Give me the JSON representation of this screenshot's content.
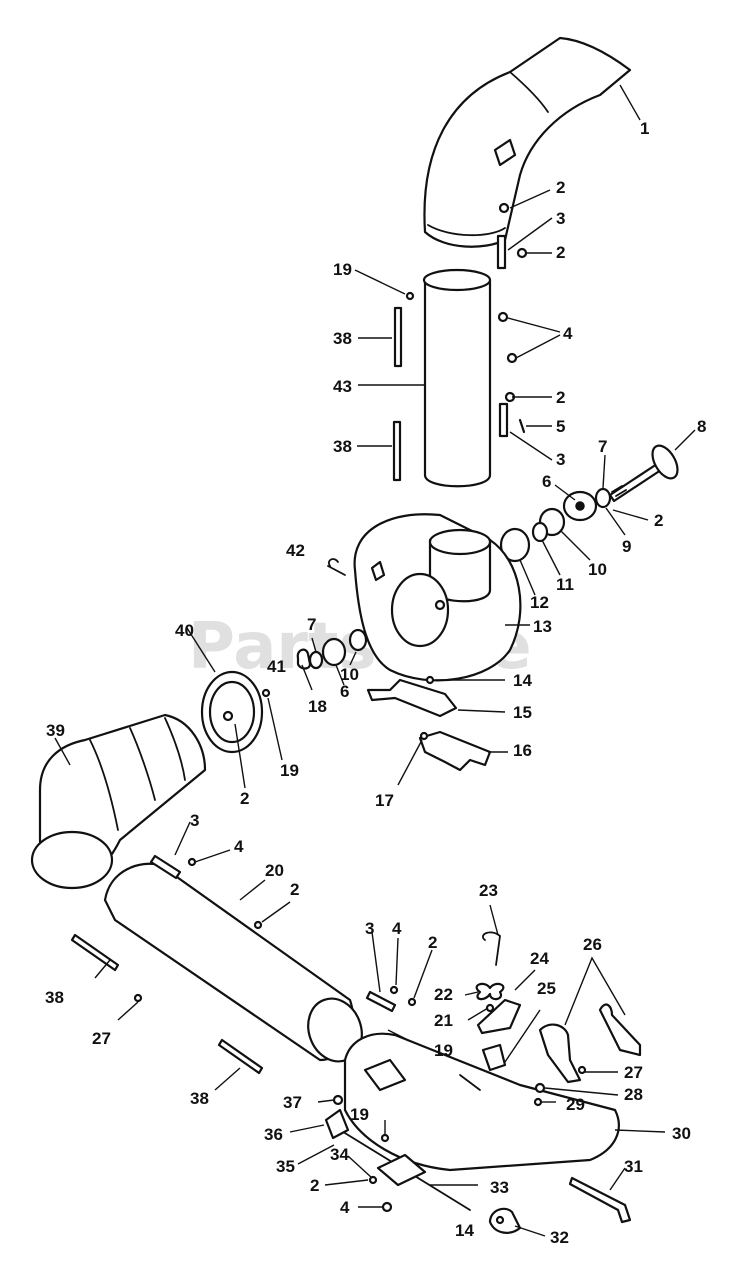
{
  "watermark": "PartsTree",
  "colors": {
    "ink": "#111111",
    "paper": "#ffffff",
    "watermark": "#c8c8c8"
  },
  "callouts": [
    {
      "id": "c1",
      "label": "1"
    },
    {
      "id": "c2a",
      "label": "2"
    },
    {
      "id": "c3a",
      "label": "3"
    },
    {
      "id": "c2b",
      "label": "2"
    },
    {
      "id": "c19a",
      "label": "19"
    },
    {
      "id": "c38a",
      "label": "38"
    },
    {
      "id": "c4a",
      "label": "4"
    },
    {
      "id": "c43",
      "label": "43"
    },
    {
      "id": "c2c",
      "label": "2"
    },
    {
      "id": "c5",
      "label": "5"
    },
    {
      "id": "c38b",
      "label": "38"
    },
    {
      "id": "c3b",
      "label": "3"
    },
    {
      "id": "c8",
      "label": "8"
    },
    {
      "id": "c7a",
      "label": "7"
    },
    {
      "id": "c6a",
      "label": "6"
    },
    {
      "id": "c2d",
      "label": "2"
    },
    {
      "id": "c9",
      "label": "9"
    },
    {
      "id": "c10a",
      "label": "10"
    },
    {
      "id": "c11",
      "label": "11"
    },
    {
      "id": "c12",
      "label": "12"
    },
    {
      "id": "c42",
      "label": "42"
    },
    {
      "id": "c13",
      "label": "13"
    },
    {
      "id": "c40",
      "label": "40"
    },
    {
      "id": "c7b",
      "label": "7"
    },
    {
      "id": "c41",
      "label": "41"
    },
    {
      "id": "c10b",
      "label": "10"
    },
    {
      "id": "c6b",
      "label": "6"
    },
    {
      "id": "c18",
      "label": "18"
    },
    {
      "id": "c14a",
      "label": "14"
    },
    {
      "id": "c15",
      "label": "15"
    },
    {
      "id": "c16",
      "label": "16"
    },
    {
      "id": "c17",
      "label": "17"
    },
    {
      "id": "c39",
      "label": "39"
    },
    {
      "id": "c19b",
      "label": "19"
    },
    {
      "id": "c2e",
      "label": "2"
    },
    {
      "id": "c3c",
      "label": "3"
    },
    {
      "id": "c4b",
      "label": "4"
    },
    {
      "id": "c20",
      "label": "20"
    },
    {
      "id": "c2f",
      "label": "2"
    },
    {
      "id": "c23",
      "label": "23"
    },
    {
      "id": "c3d",
      "label": "3"
    },
    {
      "id": "c4c",
      "label": "4"
    },
    {
      "id": "c2g",
      "label": "2"
    },
    {
      "id": "c26",
      "label": "26"
    },
    {
      "id": "c24",
      "label": "24"
    },
    {
      "id": "c22",
      "label": "22"
    },
    {
      "id": "c25",
      "label": "25"
    },
    {
      "id": "c38c",
      "label": "38"
    },
    {
      "id": "c21",
      "label": "21"
    },
    {
      "id": "c27a",
      "label": "27"
    },
    {
      "id": "c19c",
      "label": "19"
    },
    {
      "id": "c27b",
      "label": "27"
    },
    {
      "id": "c28",
      "label": "28"
    },
    {
      "id": "c38d",
      "label": "38"
    },
    {
      "id": "c37",
      "label": "37"
    },
    {
      "id": "c29",
      "label": "29"
    },
    {
      "id": "c19d",
      "label": "19"
    },
    {
      "id": "c36",
      "label": "36"
    },
    {
      "id": "c30",
      "label": "30"
    },
    {
      "id": "c35",
      "label": "35"
    },
    {
      "id": "c34",
      "label": "34"
    },
    {
      "id": "c31",
      "label": "31"
    },
    {
      "id": "c2h",
      "label": "2"
    },
    {
      "id": "c33",
      "label": "33"
    },
    {
      "id": "c4d",
      "label": "4"
    },
    {
      "id": "c14b",
      "label": "14"
    },
    {
      "id": "c32",
      "label": "32"
    }
  ]
}
